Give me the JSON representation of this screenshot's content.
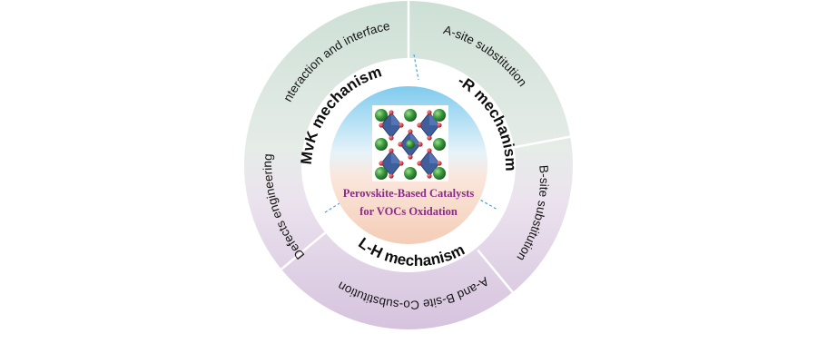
{
  "figure": {
    "center_title_line1": "Perovskite-Based Catalysts",
    "center_title_line2": "for VOCs Oxidation",
    "mechanisms": {
      "mvk": "MvK mechanism",
      "er": "E-R mechanism",
      "lh": "L-H mechanism"
    },
    "outer_segments": {
      "interaction": "Interaction and interface",
      "a_site": "A-site substitution",
      "b_site": "B-site substitution",
      "ab_co": "A-and B-site Co-substitution",
      "defects": "Defects engineering"
    }
  },
  "colors": {
    "ring_green": "#cfe0d6",
    "ring_purple": "#dccde3",
    "center_blue": "#8fd2ef",
    "center_peach": "#f6d3c0",
    "title_purple": "#8c2a8c",
    "octahedron_blue": "#3e5e9c",
    "a_site_atom_green": "#2e8a3a",
    "oxygen_red": "#c8232c"
  },
  "icons": [
    "perovskite-crystal-structure-icon"
  ]
}
